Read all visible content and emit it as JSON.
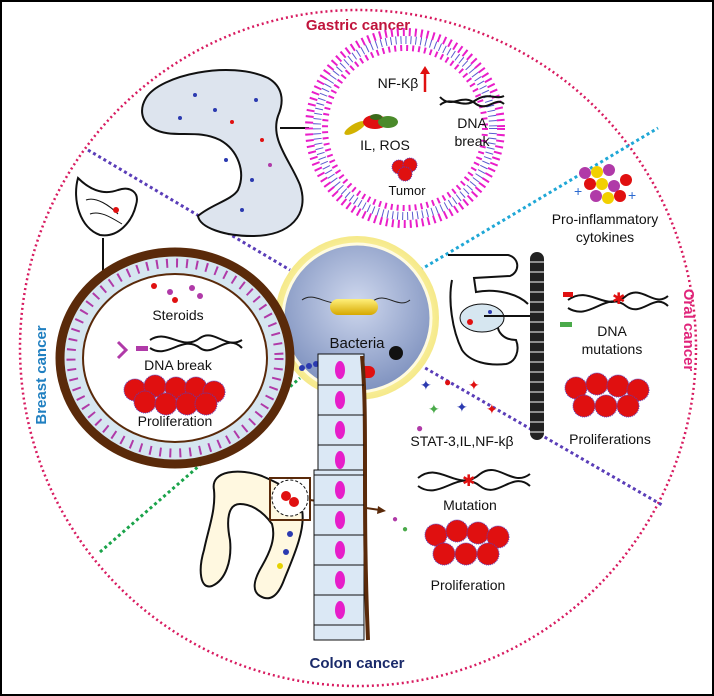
{
  "sections": {
    "gastric": {
      "title": "Gastric cancer",
      "nf": "NF-Kβ",
      "il": "IL, ROS",
      "dna1": "DNA",
      "dna2": "break",
      "tumor": "Tumor"
    },
    "oral": {
      "title": "Oral cancer",
      "cytokines1": "Pro-inflammatory",
      "cytokines2": "cytokines",
      "dna1": "DNA",
      "dna2": "mutations",
      "proliferations": "Proliferations"
    },
    "breast": {
      "title": "Breast cancer",
      "steroids": "Steroids",
      "dna_break": "DNA break",
      "proliferation": "Proliferation"
    },
    "colon": {
      "title": "Colon cancer",
      "stat": "STAT-3,IL,NF-kβ",
      "mutation": "Mutation",
      "proliferation": "Proliferation"
    }
  },
  "center": {
    "label": "Bacteria"
  },
  "colors": {
    "gastric_title": "#c0143c",
    "oral_title": "#e0247a",
    "breast_title": "#1f7fc0",
    "colon_title": "#1a2a6a",
    "circle_border": "#d81b60",
    "membrane": "#e91ec9",
    "tumor": "#e01010"
  }
}
